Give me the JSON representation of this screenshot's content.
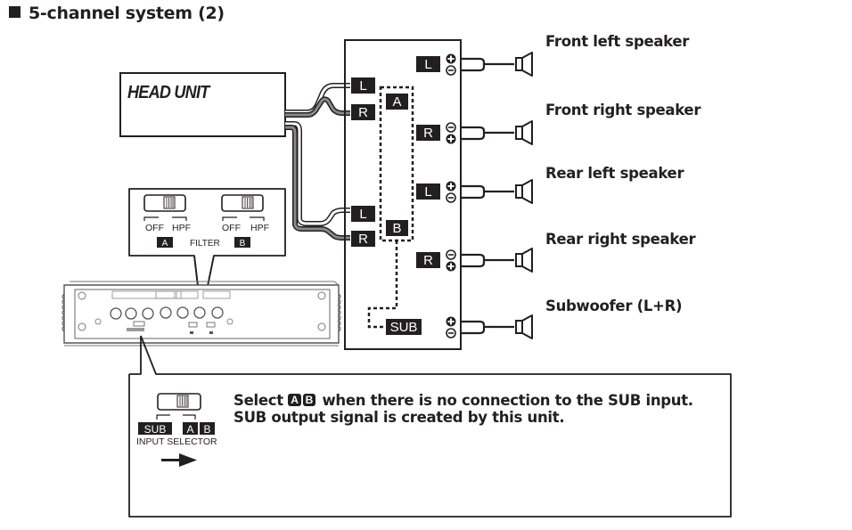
{
  "title": "5-channel system (2)",
  "head_unit": {
    "label": "HEAD UNIT"
  },
  "amplifier": {
    "inputs": [
      {
        "channel": "L",
        "group": "A"
      },
      {
        "channel": "R",
        "group": "A"
      },
      {
        "channel": "L",
        "group": "B"
      },
      {
        "channel": "R",
        "group": "B"
      }
    ],
    "input_groups": [
      "A",
      "B"
    ],
    "sub_label": "SUB",
    "outputs": [
      {
        "channel": "L",
        "polarity_top": "+",
        "polarity_bottom": "−"
      },
      {
        "channel": "R",
        "polarity_top": "−",
        "polarity_bottom": "+"
      },
      {
        "channel": "L",
        "polarity_top": "+",
        "polarity_bottom": "−"
      },
      {
        "channel": "R",
        "polarity_top": "−",
        "polarity_bottom": "+"
      },
      {
        "channel": "",
        "polarity_top": "+",
        "polarity_bottom": "−"
      }
    ]
  },
  "speakers": [
    {
      "label": "Front left speaker"
    },
    {
      "label": "Front right speaker"
    },
    {
      "label": "Rear left speaker"
    },
    {
      "label": "Rear right speaker"
    },
    {
      "label": "Subwoofer (L+R)"
    }
  ],
  "filter_panel": {
    "switches": [
      {
        "off_label": "OFF",
        "on_label": "HPF",
        "group": "A"
      },
      {
        "off_label": "OFF",
        "on_label": "HPF",
        "group": "B"
      }
    ],
    "filter_label": "FILTER"
  },
  "input_selector": {
    "option_left": "SUB",
    "option_right_a": "A",
    "option_right_b": "B",
    "label": "INPUT SELECTOR",
    "arrow": "→"
  },
  "note": {
    "line1_prefix": "Select",
    "badge_a": "A",
    "badge_b": "B",
    "line1_suffix": "when there is no connection to the SUB input.",
    "line2": "SUB output signal is created by this unit."
  }
}
